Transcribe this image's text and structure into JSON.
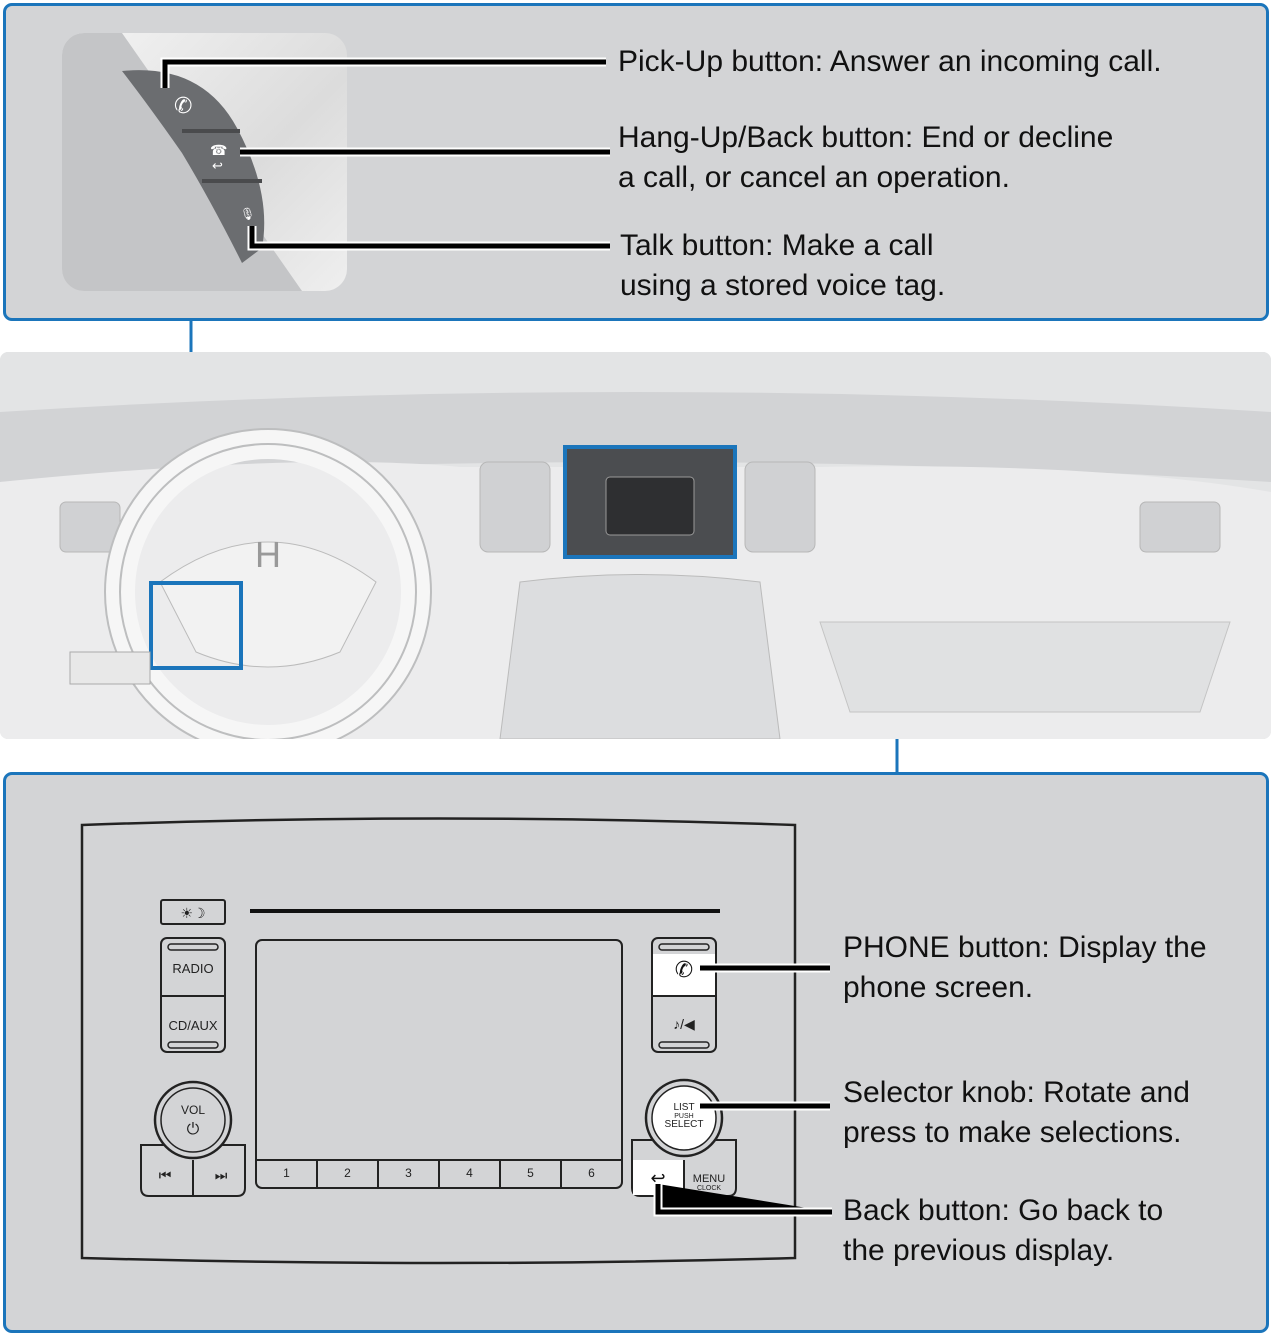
{
  "steering_callouts": [
    {
      "name": "Pick-Up button",
      "lines": [
        "Pick-Up button: Answer an incoming call."
      ]
    },
    {
      "name": "Hang-Up/Back button",
      "lines": [
        "Hang-Up/Back button: End or decline",
        "a call, or cancel an operation."
      ]
    },
    {
      "name": "Talk button",
      "lines": [
        "Talk button: Make a call",
        "using a stored voice tag."
      ]
    }
  ],
  "audio_callouts": [
    {
      "name": "PHONE button",
      "lines": [
        "PHONE button: Display the",
        "phone screen."
      ]
    },
    {
      "name": "Selector knob",
      "lines": [
        "Selector knob: Rotate and",
        "press to make selections."
      ]
    },
    {
      "name": "Back button",
      "lines": [
        "Back button: Go back to",
        "the previous display."
      ]
    }
  ],
  "audio_unit": {
    "day_night": "☀☽",
    "radio": "RADIO",
    "cd_aux": "CD/AUX",
    "vol": "VOL",
    "presets": [
      "1",
      "2",
      "3",
      "4",
      "5",
      "6"
    ],
    "list": "LIST",
    "push": "PUSH",
    "select": "SELECT",
    "menu": "MENU",
    "clock": "CLOCK",
    "seek_back": "⏮",
    "seek_fwd": "⏭",
    "music_phone": "♪/◀"
  },
  "colors": {
    "frame": "#1b75bb",
    "panel": "#d3d4d6"
  }
}
